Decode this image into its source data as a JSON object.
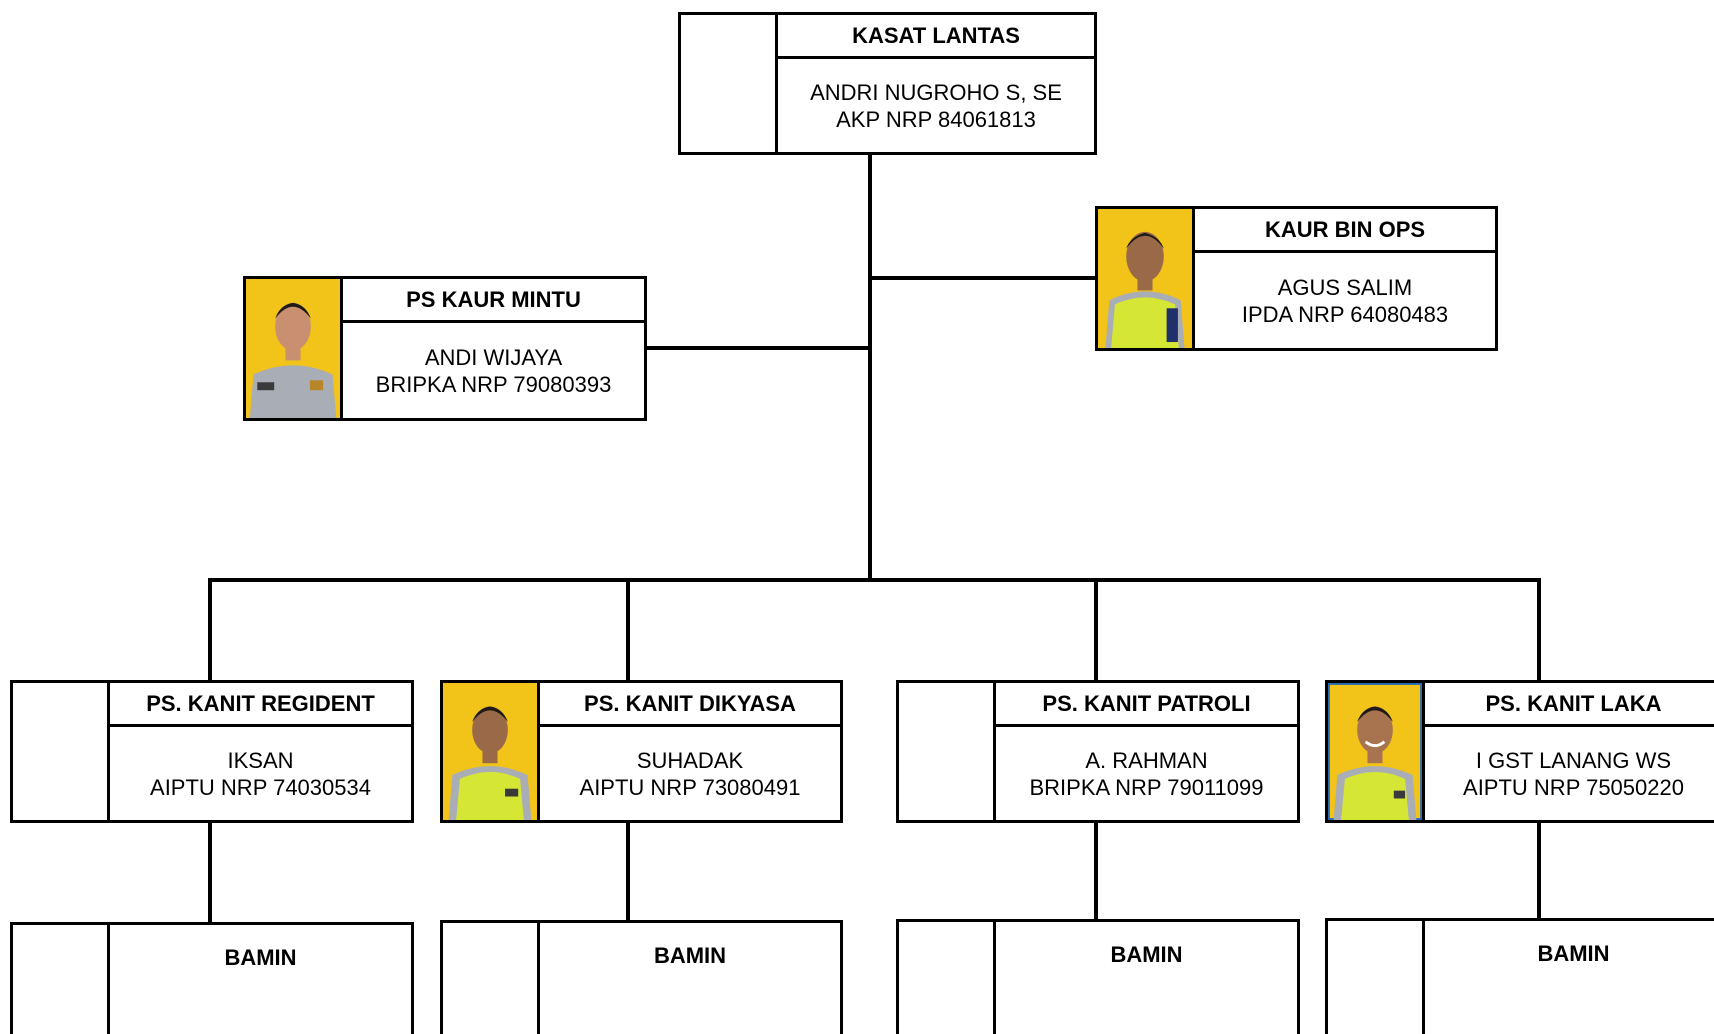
{
  "top": {
    "title": "KASAT LANTAS",
    "name": "ANDRI NUGROHO S, SE",
    "rank": "AKP NRP 84061813"
  },
  "kaur_bin_ops": {
    "title": "KAUR BIN OPS",
    "name": "AGUS SALIM",
    "rank": "IPDA NRP 64080483"
  },
  "ps_kaur_mintu": {
    "title": "PS KAUR MINTU",
    "name": "ANDI WIJAYA",
    "rank": "BRIPKA NRP 79080393"
  },
  "units": [
    {
      "title": "PS. KANIT REGIDENT",
      "name": "IKSAN",
      "rank": "AIPTU NRP 74030534",
      "sub": "BAMIN"
    },
    {
      "title": "PS. KANIT DIKYASA",
      "name": "SUHADAK",
      "rank": "AIPTU NRP 73080491",
      "sub": "BAMIN"
    },
    {
      "title": "PS. KANIT PATROLI",
      "name": "A. RAHMAN",
      "rank": "BRIPKA NRP 79011099",
      "sub": "BAMIN"
    },
    {
      "title": "PS. KANIT LAKA",
      "name": "I GST LANANG WS",
      "rank": "AIPTU NRP 75050220",
      "sub": "BAMIN"
    }
  ],
  "colors": {
    "photo_background_yellow": "#f2c318",
    "uniform_grey": "#a9adb6",
    "safety_vest": "#d6e634",
    "skin": "#9a6a48",
    "hair": "#1e1a18"
  }
}
